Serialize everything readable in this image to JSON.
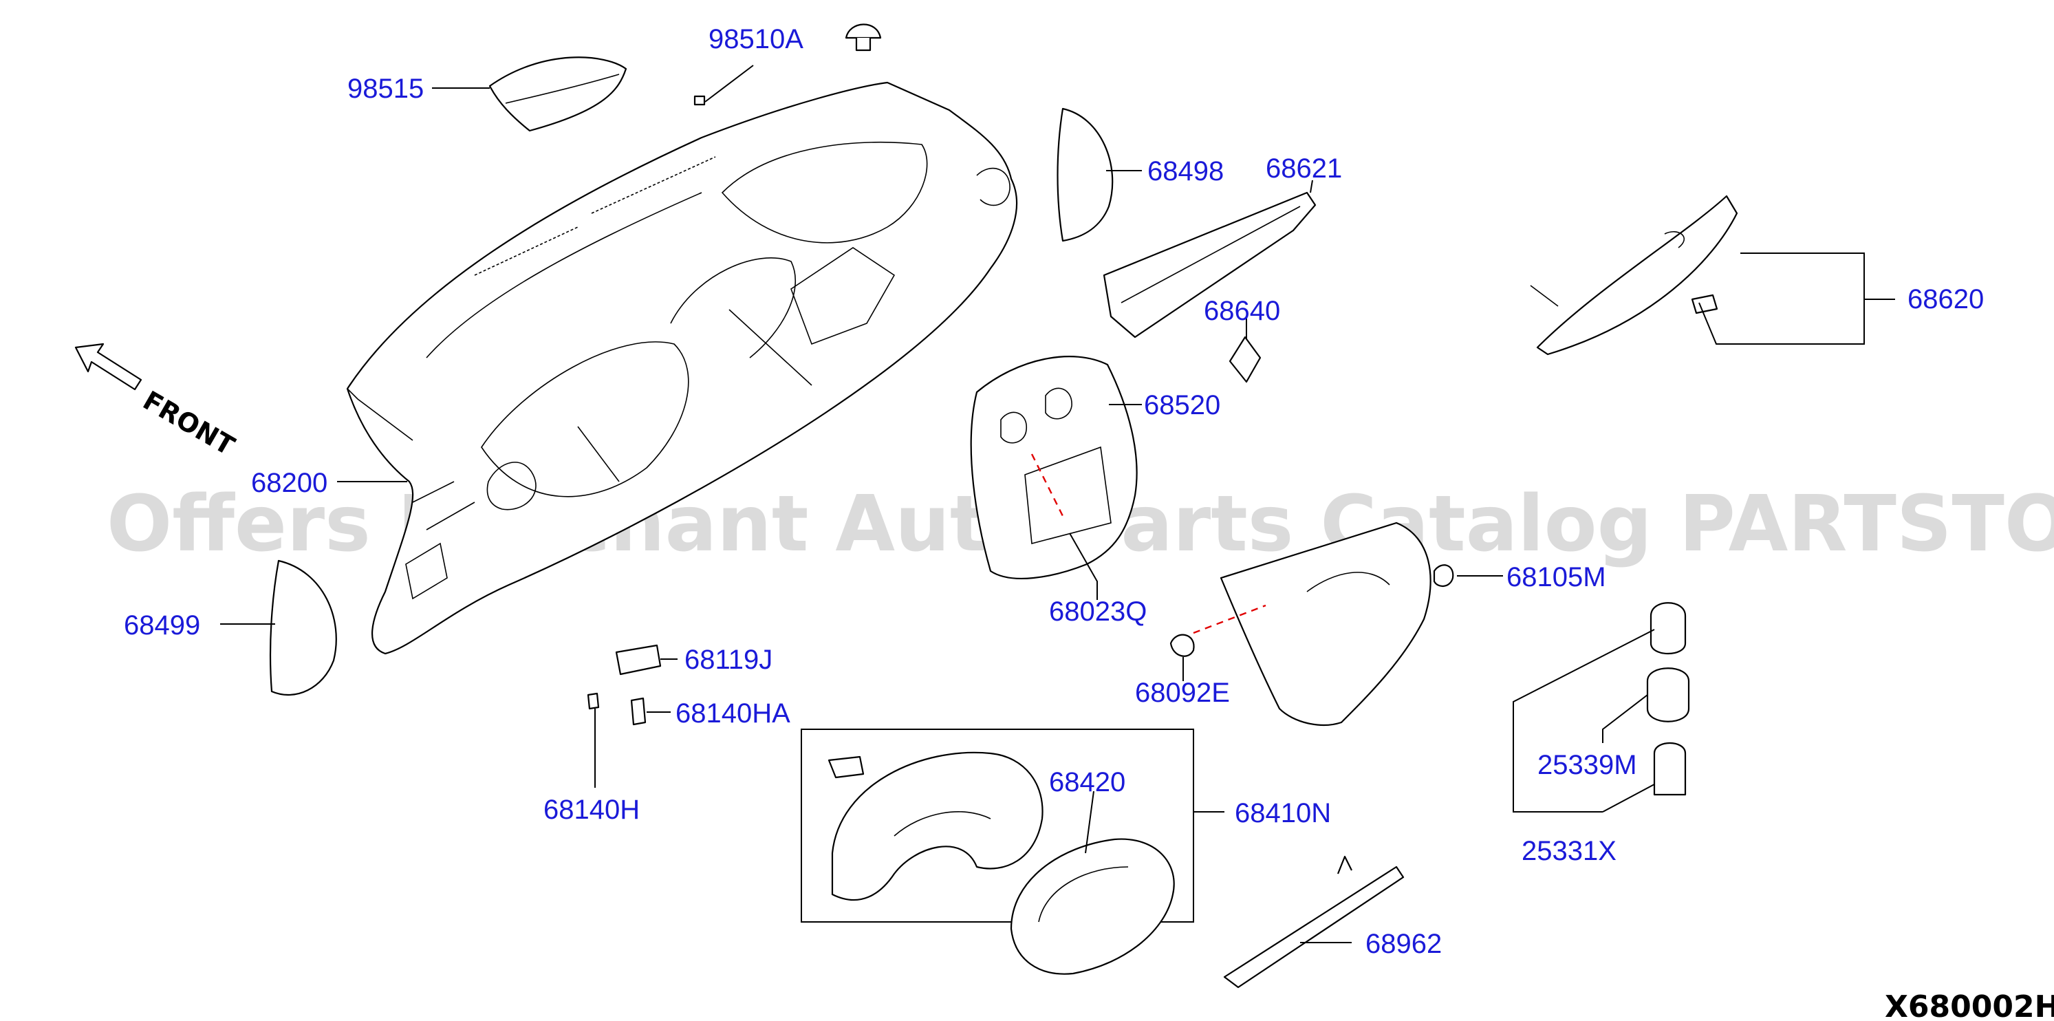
{
  "watermark": "Offers Merchant Auto Parts Catalog PARTSTORE.SA",
  "front_label": "FRONT",
  "diagram_code": "X680002H",
  "part_numbers": {
    "p98510A": "98510A",
    "p98515": "98515",
    "p68498": "68498",
    "p68621": "68621",
    "p68620": "68620",
    "p68640": "68640",
    "p68520": "68520",
    "p68200": "68200",
    "p68499": "68499",
    "p68023Q": "68023Q",
    "p68105M": "68105M",
    "p68119J": "68119J",
    "p68092E": "68092E",
    "p68140HA": "68140HA",
    "p68140H": "68140H",
    "p68420": "68420",
    "p68410N": "68410N",
    "p25339M": "25339M",
    "p25331X": "25331X",
    "p68962": "68962"
  }
}
